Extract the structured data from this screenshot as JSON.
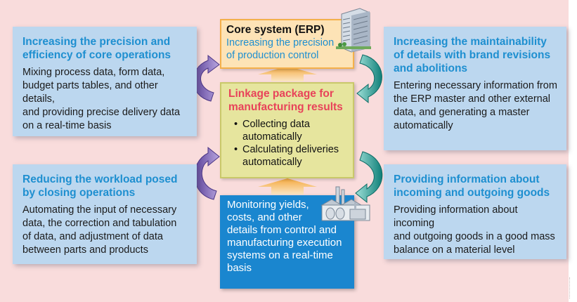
{
  "core": {
    "title": "Core system (ERP)",
    "subtitle_line1": "Increasing the precision",
    "subtitle_line2": "of production control"
  },
  "linkage": {
    "title_line1": "Linkage package for",
    "title_line2": "manufacturing results",
    "bullets": [
      {
        "line1": "Collecting data",
        "line2": "automatically"
      },
      {
        "line1": "Calculating deliveries",
        "line2": "automatically"
      }
    ]
  },
  "monitor": {
    "lines": [
      "Monitoring yields,",
      "costs, and other",
      "details from control and",
      "manufacturing execution",
      "systems on a real-time",
      "basis"
    ]
  },
  "top_left": {
    "title_lines": [
      "Increasing the precision and",
      "efficiency of core operations"
    ],
    "body_lines": [
      "Mixing process data, form data,",
      "budget parts tables, and other details,",
      "and providing precise delivery data",
      "on a real-time basis"
    ]
  },
  "bottom_left": {
    "title_lines": [
      "Reducing the workload posed",
      "by closing operations"
    ],
    "body_lines": [
      "Automating the input of necessary",
      "data, the correction and tabulation",
      "of data, and adjustment of data",
      "between parts and products"
    ]
  },
  "top_right": {
    "title_lines": [
      "Increasing the maintainability",
      "of details with brand revisions",
      "and abolitions"
    ],
    "body_lines": [
      "Entering necessary information from",
      "the ERP master and other external",
      "data, and generating a master",
      "automatically"
    ]
  },
  "bottom_right": {
    "title_lines": [
      "Providing information about",
      "incoming and outgoing goods"
    ],
    "body_lines": [
      "Providing information about incoming",
      "and outgoing goods in a good mass",
      "balance on a material level"
    ]
  },
  "icons": {
    "building": "office-building-icon",
    "factory": "factory-icon"
  },
  "colors": {
    "background": "#f9dcdc",
    "side_box": "#bcd7ef",
    "side_title": "#1e8fd0",
    "core_fill": "#fde3b6",
    "linkage_fill": "#e6e59e",
    "linkage_title": "#e8435a",
    "monitor_fill": "#1a86cf",
    "purple_arrow": "#8a6fc0",
    "teal_arrow": "#2ba39a",
    "orange_arrow": "#f6b450"
  }
}
